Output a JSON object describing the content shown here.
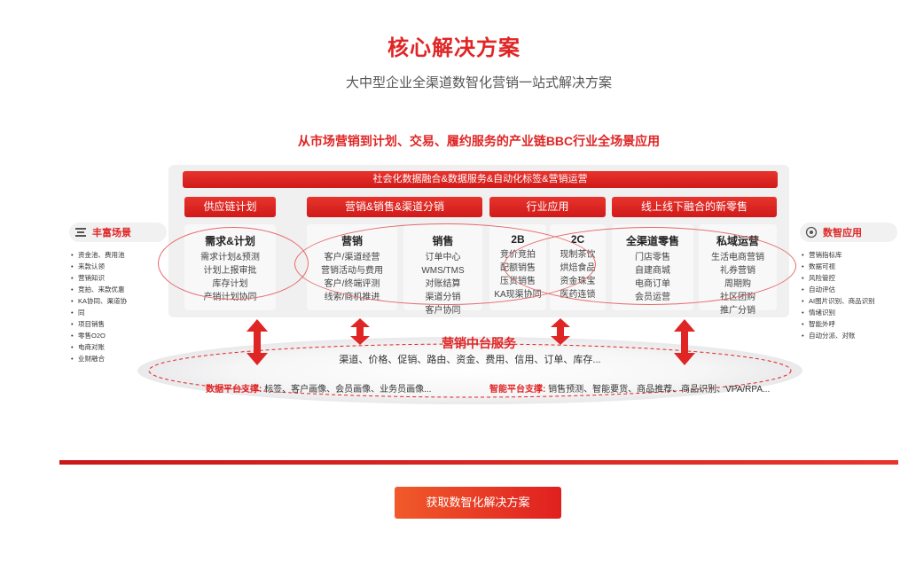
{
  "header": {
    "title": "核心解决方案",
    "subtitle": "大中型企业全渠道数智化营销一站式解决方案",
    "chain_title": "从市场营销到计划、交易、履约服务的产业链BBC行业全场景应用"
  },
  "top_bar": "社会化数据融合&数据服务&自动化标签&营销运营",
  "categories": [
    "供应链计划",
    "营销&销售&渠道分销",
    "行业应用",
    "线上线下融合的新零售"
  ],
  "cards": [
    {
      "title": "需求&计划",
      "lines": [
        "需求计划&预测",
        "计划上报审批",
        "库存计划",
        "产销计划协同"
      ]
    },
    {
      "title": "营销",
      "lines": [
        "客户/渠道经营",
        "营销活动与费用",
        "客户/终端评测",
        "线索/商机推进"
      ]
    },
    {
      "title": "销售",
      "lines": [
        "订单中心",
        "WMS/TMS",
        "对账结算",
        "渠道分销",
        "客户协同"
      ]
    },
    {
      "title": "2B",
      "lines": [
        "竞价竞拍",
        "配额销售",
        "压货销售",
        "KA现渠协同"
      ]
    },
    {
      "title": "2C",
      "lines": [
        "现制茶饮",
        "烘焙食品",
        "资金珠宝",
        "医药连锁"
      ]
    },
    {
      "title": "全渠道零售",
      "lines": [
        "门店零售",
        "自建商城",
        "电商订单",
        "会员运营"
      ]
    },
    {
      "title": "私域运营",
      "lines": [
        "生活电商营销",
        "礼券营销",
        "周期购",
        "社区团购",
        "推广分销"
      ]
    }
  ],
  "left_panel": {
    "label": "丰富场景",
    "icon": "scenario-icon",
    "items": [
      "资金池、费用池",
      "来款认领",
      "营销知识",
      "竞拍、来款优惠",
      "KA协同、渠道协",
      "同",
      "项目销售",
      "零售O2O",
      "电商对账",
      "业财融合"
    ]
  },
  "right_panel": {
    "label": "数智应用",
    "icon": "gear-icon",
    "items": [
      "营销指标库",
      "数据可视",
      "风险管控",
      "自动评估",
      "AI图片识别、商品识别",
      "情绪识别",
      "智能外呼",
      "自动分派、对账"
    ]
  },
  "middle": {
    "title": "营销中台服务",
    "list": "渠道、价格、促销、路由、资金、费用、信用、订单、库存..."
  },
  "data_support": {
    "label": "数据平台支撑:",
    "text": " 标签、客户画像、会员画像、业务员画像..."
  },
  "ai_support": {
    "label": "智能平台支撑:",
    "text": " 销售预测、智能要货、商品推荐、商品识别、VPA/RPA..."
  },
  "cta_label": "获取数智化解决方案",
  "colors": {
    "accent": "#e02525",
    "panel_bg": "#f0f0f1",
    "card_bg": "#f8f8f9"
  }
}
